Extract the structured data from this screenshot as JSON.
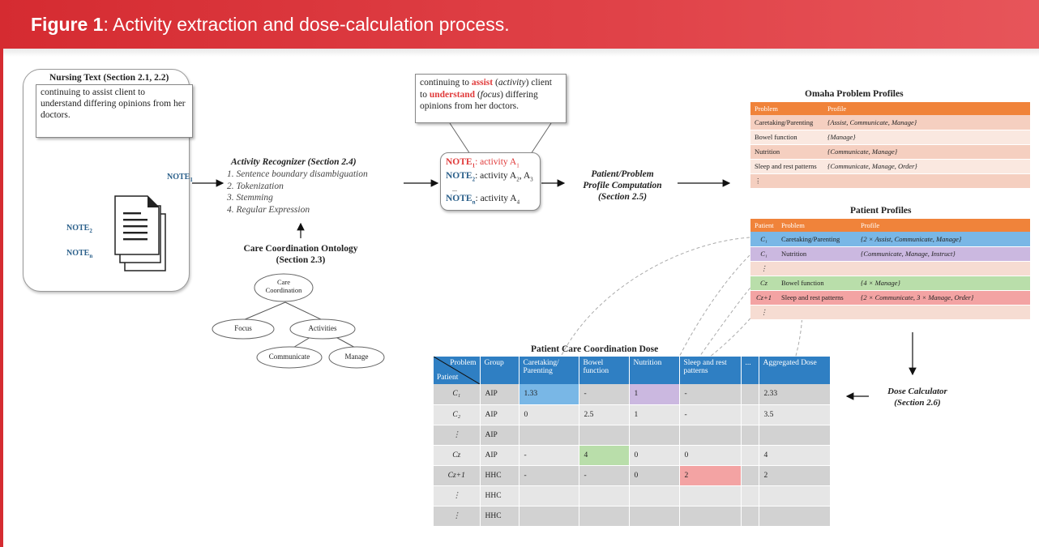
{
  "figure": {
    "label": "Figure 1",
    "caption": ": Activity extraction and dose-calculation process."
  },
  "nursing_text": {
    "title": "Nursing Text (Section 2.1, 2.2)",
    "body": "continuing to assist client to understand differing opinions from her doctors.",
    "note_1": "NOTE",
    "note_1_sub": "1",
    "note_2": "NOTE",
    "note_2_sub": "2",
    "note_n": "NOTE",
    "note_n_sub": "n"
  },
  "activity_recognizer": {
    "title": "Activity Recognizer (Section 2.4)",
    "steps": [
      "1. Sentence boundary disambiguation",
      "2. Tokenization",
      "3. Stemming",
      "4. Regular Expression"
    ]
  },
  "ontology": {
    "title": "Care Coordination Ontology",
    "section": "(Section 2.3)",
    "root": "Care Coordination",
    "focus": "Focus",
    "activities": "Activities",
    "communicate": "Communicate",
    "manage": "Manage"
  },
  "annotated_text": {
    "line1_pre": "continuing to ",
    "assist": "assist",
    "line1_mid": " (",
    "activity_word": "activity",
    "line1_post": ") client",
    "line2_pre": "to ",
    "understand": "understand",
    "line2_mid": " (",
    "focus_word": "focus",
    "line2_post": ") differing",
    "line3": "opinions from her doctors."
  },
  "note_results": {
    "r1_note": "NOTE",
    "r1_sub": "1",
    "r1_text": ": activity A",
    "r1_a": "1",
    "r2_note": "NOTE",
    "r2_sub": "2",
    "r2_text": ": activity A",
    "r2_a": "2",
    "r2_sep": ", A",
    "r2_b": "3",
    "dots": "...",
    "r3_note": "NOTE",
    "r3_sub": "n",
    "r3_text": ": activity A",
    "r3_a": "4"
  },
  "profile_computation": {
    "line1": "Patient/Problem",
    "line2": "Profile Computation",
    "line3": "(Section 2.5)"
  },
  "omaha": {
    "title": "Omaha Problem Profiles",
    "headers": [
      "Problem",
      "Profile"
    ],
    "rows": [
      [
        "Caretaking/Parenting",
        "{Assist, Communicate, Manage}"
      ],
      [
        "Bowel function",
        "{Manage}"
      ],
      [
        "Nutrition",
        "{Communicate, Manage}"
      ],
      [
        "Sleep and rest patterns",
        "{Communicate, Manage, Order}"
      ],
      [
        "⋮",
        ""
      ]
    ]
  },
  "patient_profiles": {
    "title": "Patient Profiles",
    "headers": [
      "Patient",
      "Problem",
      "Profile"
    ],
    "rows": [
      [
        "C₁",
        "Caretaking/Parenting",
        "{2 × Assist, Communicate, Manage}"
      ],
      [
        "C₁",
        "Nutrition",
        "{Communicate, Manage, Instruct}"
      ],
      [
        "⋮",
        "",
        ""
      ],
      [
        "Cz",
        "Bowel function",
        "{4 × Manage}"
      ],
      [
        "Cz+1",
        "Sleep and rest patterns",
        "{2 × Communicate, 3 × Manage, Order}"
      ],
      [
        "⋮",
        "",
        ""
      ]
    ],
    "row_colors": [
      "#79b7e6",
      "#cbb8e0",
      "#f6dcd2",
      "#b9deaa",
      "#f3a3a3",
      "#f6dcd2"
    ]
  },
  "dose_calculator": {
    "line1": "Dose Calculator",
    "line2": "(Section 2.6)"
  },
  "dose_table": {
    "title": "Patient Care Coordination Dose",
    "header_problem": "Problem",
    "header_patient": "Patient",
    "headers": [
      "Group",
      "Caretaking/ Parenting",
      "Bowel function",
      "Nutrition",
      "Sleep and rest patterns",
      "...",
      "Aggregated Dose"
    ],
    "rows": [
      [
        "C₁",
        "AIP",
        "1.33",
        "-",
        "1",
        "-",
        "",
        "2.33"
      ],
      [
        "C₂",
        "AIP",
        "0",
        "2.5",
        "1",
        "-",
        "",
        "3.5"
      ],
      [
        "⋮",
        "AIP",
        "",
        "",
        "",
        "",
        "",
        ""
      ],
      [
        "Cz",
        "AIP",
        "-",
        "4",
        "0",
        "0",
        "",
        "4"
      ],
      [
        "Cz+1",
        "HHC",
        "-",
        "-",
        "0",
        "2",
        "",
        "2"
      ],
      [
        "⋮",
        "HHC",
        "",
        "",
        "",
        "",
        "",
        ""
      ],
      [
        "⋮",
        "HHC",
        "",
        "",
        "",
        "",
        "",
        ""
      ]
    ]
  },
  "colors": {
    "banner": "#d52b31",
    "orange_header": "#f0833a",
    "blue_header": "#2f7fc3",
    "note_blue": "#2a5f8a",
    "highlight_red": "#e03a3a"
  }
}
